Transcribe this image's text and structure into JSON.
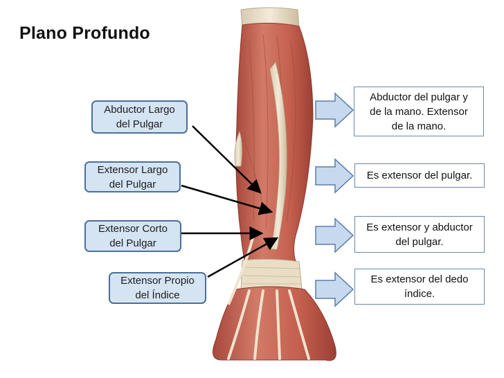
{
  "title": "Plano Profundo",
  "muscles": [
    {
      "name": "Abductor Largo\ndel Pulgar",
      "function": "Abductor del pulgar y\nde la mano. Extensor\nde la mano."
    },
    {
      "name": "Extensor Largo\ndel Pulgar",
      "function": "Es extensor del pulgar."
    },
    {
      "name": "Extensor Corto\ndel Pulgar",
      "function": "Es extensor y abductor\ndel pulgar."
    },
    {
      "name": "Extensor Propio\ndel Índice",
      "function": "Es extensor del dedo\níndice."
    }
  ],
  "colors": {
    "label_fill": "#d5e4f3",
    "label_border": "#4a6f99",
    "arrow_fill": "#c7d9ee",
    "muscle": "#c96a5a",
    "tendon": "#e8dcc8"
  }
}
